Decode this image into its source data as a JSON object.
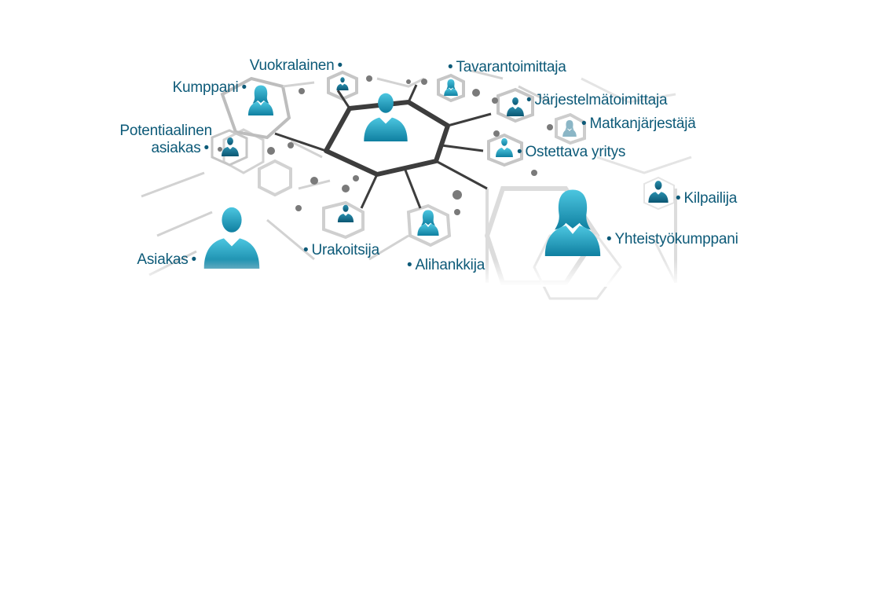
{
  "diagram": {
    "center_node": "business-person",
    "colors": {
      "person": "#1fa9c9",
      "person_dark": "#0e6f8c",
      "label": "#0d5a78",
      "hub_stroke": "#3a3a3a",
      "network_stroke": "#c8c8c8"
    },
    "nodes": [
      {
        "key": "vuokralainen",
        "label": "Vuokralainen",
        "icon": "man-icon"
      },
      {
        "key": "kumppani",
        "label": "Kumppani",
        "icon": "woman-icon"
      },
      {
        "key": "potentiaalinen",
        "label_line1": "Potentiaalinen",
        "label_line2": "asiakas",
        "icon": "man-icon"
      },
      {
        "key": "tavarantoimittaja",
        "label": "Tavarantoimittaja",
        "icon": "woman-icon"
      },
      {
        "key": "jarjestelmatoimittaja",
        "label": "Järjestelmätoimittaja",
        "icon": "man-icon"
      },
      {
        "key": "matkanjarjestaja",
        "label": "Matkanjärjestäjä",
        "icon": "woman-icon"
      },
      {
        "key": "ostettava",
        "label": "Ostettava yritys",
        "icon": "man-icon"
      },
      {
        "key": "kilpailija",
        "label": "Kilpailija",
        "icon": "man-icon"
      },
      {
        "key": "yhteistyokumppani",
        "label": "Yhteistyökumppani",
        "icon": "woman-icon"
      },
      {
        "key": "asiakas",
        "label": "Asiakas",
        "icon": "man-icon"
      },
      {
        "key": "urakoitsija",
        "label": "Urakoitsija",
        "icon": "man-icon"
      },
      {
        "key": "alihankkija",
        "label": "Alihankkija",
        "icon": "woman-icon"
      }
    ]
  }
}
